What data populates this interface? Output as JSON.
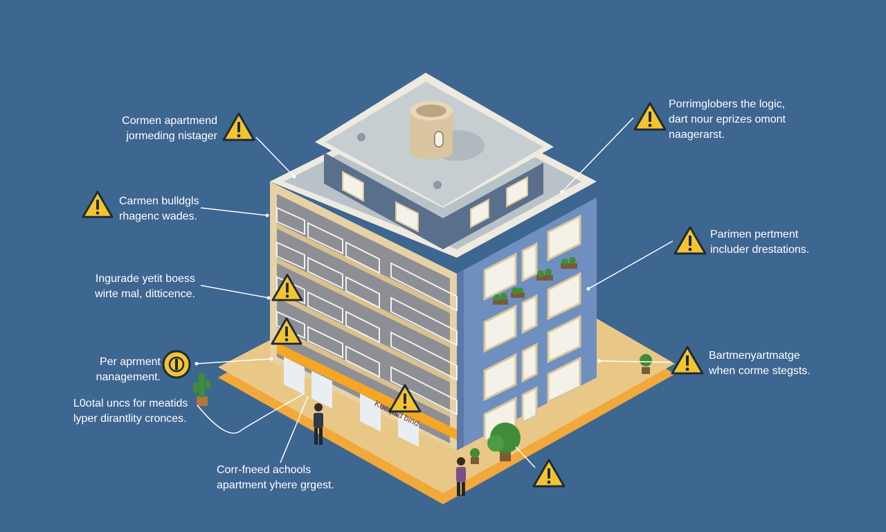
{
  "colors": {
    "background": "#3d6690",
    "warning_fill": "#f4c430",
    "warning_stroke": "#1f2a36",
    "ground": "#e9c887",
    "ground_edge": "#f0a93a",
    "facade_blue": "#6f8fc0",
    "facade_cream": "#e7d2a6",
    "roof": "#c7ced2",
    "accent_orange": "#f5a623"
  },
  "callouts": [
    {
      "id": "c1",
      "lines": [
        "Cormen apartmend",
        "jormeding nistager"
      ]
    },
    {
      "id": "c2",
      "lines": [
        "Carmen bulldgls",
        "rhagenc wades."
      ]
    },
    {
      "id": "c3",
      "lines": [
        "Ingurade yetit boess",
        "wirte mal, ditticence."
      ]
    },
    {
      "id": "c4",
      "lines": [
        "Per aprment",
        "nanagement."
      ]
    },
    {
      "id": "c5",
      "lines": [
        "L0otal uncs for meatids",
        "lyper dirantlity cronces."
      ]
    },
    {
      "id": "c6",
      "lines": [
        "Corr-fneed achools",
        "apartment yhere grgest."
      ]
    },
    {
      "id": "c7",
      "lines": [
        "Porrimglobers the logic,",
        "dart nour eprizes omont",
        "naagerarst."
      ]
    },
    {
      "id": "c8",
      "lines": [
        "Parimen pertment",
        "includer drestations."
      ]
    },
    {
      "id": "c9",
      "lines": [
        "Bartmenyartmatge",
        "when corme stegsts."
      ]
    }
  ],
  "building": {
    "storefront_sign": "Koeqtsd bind"
  }
}
